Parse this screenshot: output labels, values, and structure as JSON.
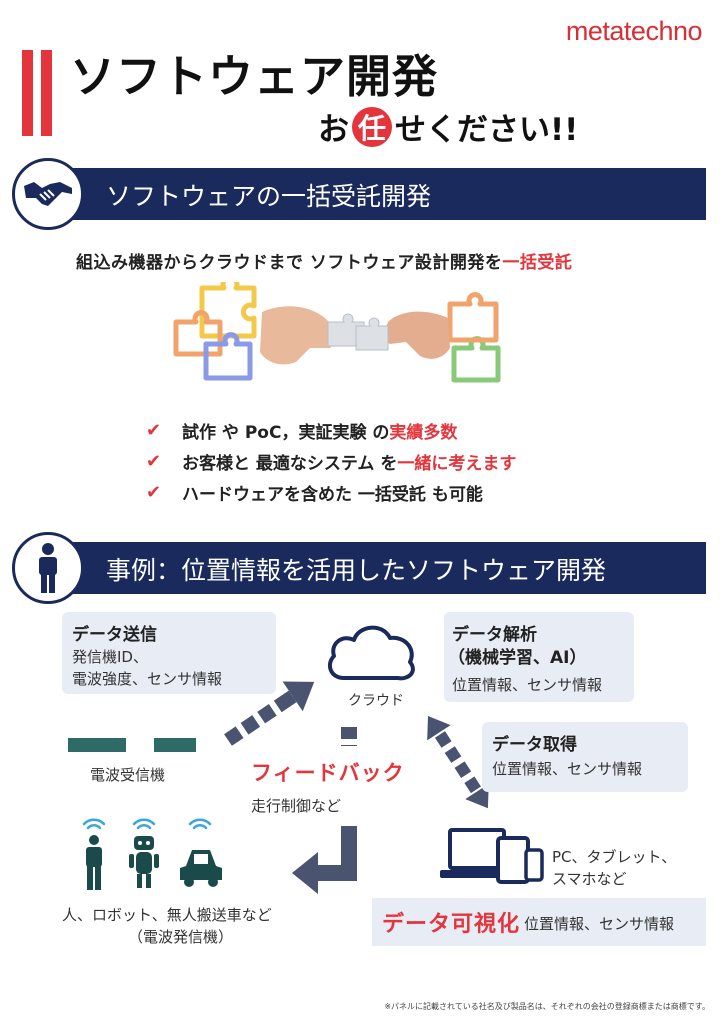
{
  "brand": "metatechno",
  "title": {
    "main": "ソフトウェア開発",
    "sub_pre": "お",
    "sub_circle": "任",
    "sub_post": "せください!!"
  },
  "section1": {
    "heading": "ソフトウェアの一括受託開発",
    "icon": "handshake-icon",
    "lead_text": "組込み機器からクラウドまで ソフトウェア設計開発を",
    "lead_highlight": "一括受託",
    "checks": [
      {
        "text": "試作 や PoC，実証実験 の",
        "highlight": "実績多数"
      },
      {
        "text": "お客様と 最適なシステム を",
        "highlight": "一緒に考えます"
      },
      {
        "text": "ハードウェアを含めた 一括受託 も可能",
        "highlight": ""
      }
    ]
  },
  "section2": {
    "heading": "事例：位置情報を活用したソフトウェア開発",
    "icon": "person-icon",
    "data_send": {
      "title": "データ送信",
      "line1": "発信機ID、",
      "line2": "電波強度、センサ情報"
    },
    "cloud_label": "クラウド",
    "analysis": {
      "title1": "データ解析",
      "title2": "（機械学習、AI）",
      "body": "位置情報、センサ情報"
    },
    "acquire": {
      "title": "データ取得",
      "body": "位置情報、センサ情報"
    },
    "receiver_label": "電波受信機",
    "feedback": {
      "title": "フィードバック",
      "body": "走行制御など"
    },
    "devices_label1": "PC、タブレット、",
    "devices_label2": "スマホなど",
    "targets_label1": "人、ロボット、無人搬送車など",
    "targets_label2": "（電波発信機）",
    "visualize": {
      "title": "データ可視化",
      "body": "位置情報、センサ情報"
    }
  },
  "footnote": "※パネルに記載されている社名及び製品名は、それぞれの会社の登録商標または商標です。",
  "colors": {
    "accent": "#e4343c",
    "navy": "#1b2a5c",
    "arrow": "#4a5470",
    "bubble": "#e8edf5"
  }
}
